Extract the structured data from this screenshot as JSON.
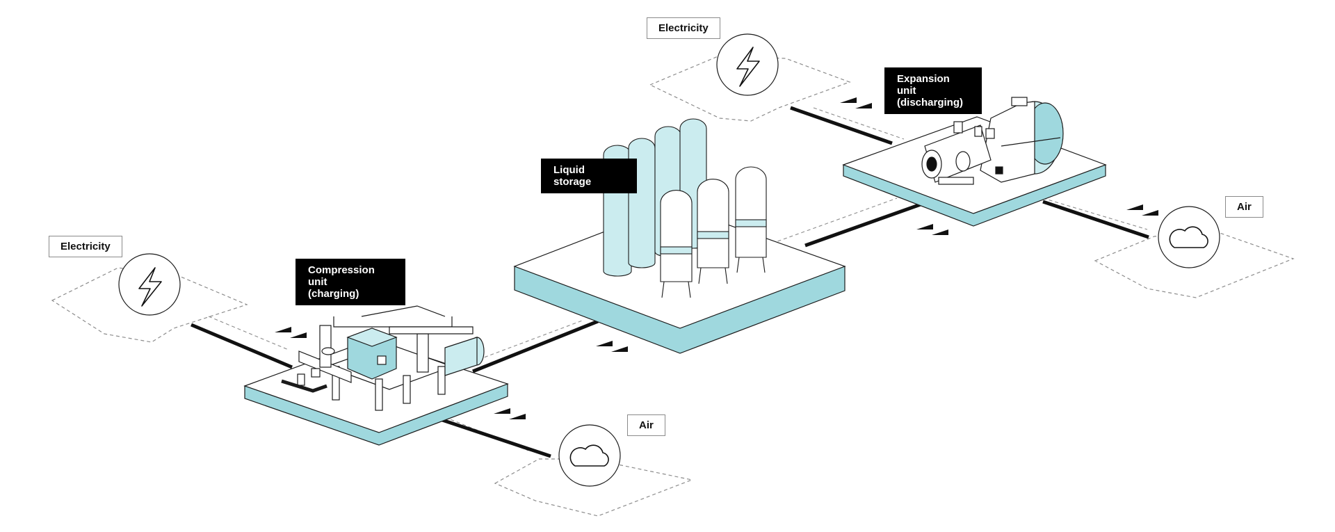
{
  "colors": {
    "teal_fill": "#9fd8de",
    "teal_light": "#cbecef",
    "line": "#1a1a1a",
    "dashed": "#8c8c8c",
    "label_dark_bg": "#000000",
    "label_light_border": "#8a8a8a"
  },
  "labels": {
    "electricity_left": "Electricity",
    "electricity_top": "Electricity",
    "compression": "Compression unit\n(charging)",
    "liquid_storage": "Liquid storage",
    "expansion": "Expansion unit\n(discharging)",
    "air_bottom": "Air",
    "air_right": "Air"
  },
  "icons": {
    "electricity": "lightning-bolt-icon",
    "air": "cloud-icon",
    "flow": "double-arrow-icon"
  }
}
